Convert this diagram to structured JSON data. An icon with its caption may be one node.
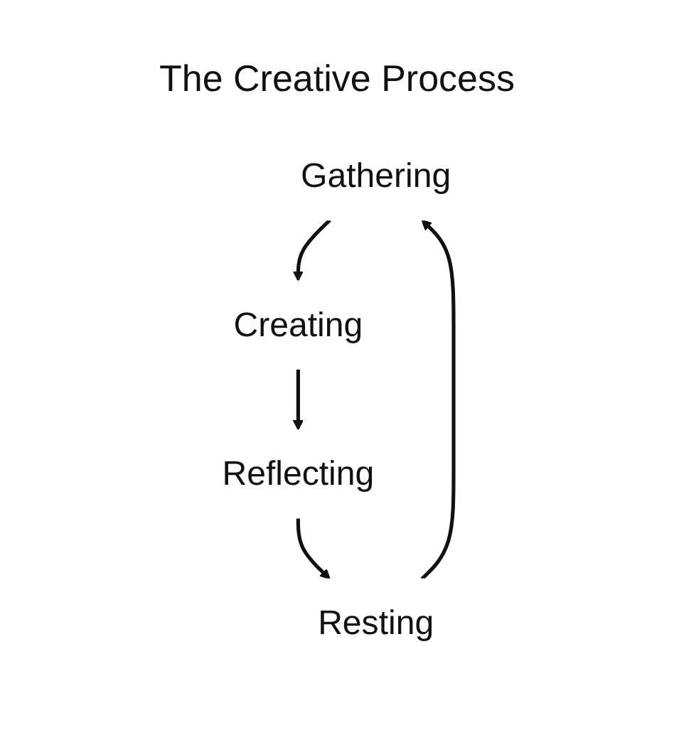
{
  "diagram": {
    "title": "The Creative Process",
    "nodes": [
      {
        "text": [
          "Gathering"
        ]
      },
      {
        "text": [
          "Creating"
        ]
      },
      {
        "text": [
          "Reflecting"
        ]
      },
      {
        "text": [
          "Resting"
        ]
      }
    ],
    "edges": [
      {
        "from": 0,
        "to": 1,
        "arrow": "to"
      },
      {
        "from": 1,
        "to": 2,
        "arrow": "to"
      },
      {
        "from": 2,
        "to": 3,
        "arrow": "to"
      },
      {
        "from": 3,
        "to": 0,
        "arrow": "to"
      }
    ]
  }
}
